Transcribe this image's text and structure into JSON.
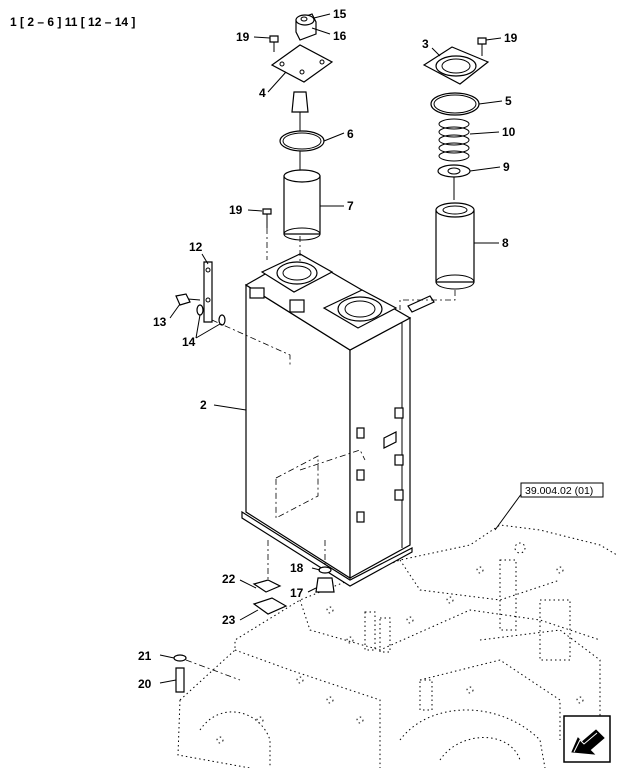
{
  "header": {
    "ref_text": "1 [ 2 – 6 ]   11 [ 12 – 14 ]"
  },
  "cross_reference": {
    "label": "39.004.02 (01)"
  },
  "callouts": {
    "c2": "2",
    "c3": "3",
    "c4": "4",
    "c5": "5",
    "c6": "6",
    "c7": "7",
    "c8": "8",
    "c9": "9",
    "c10": "10",
    "c12": "12",
    "c13": "13",
    "c14": "14",
    "c15": "15",
    "c16": "16",
    "c17": "17",
    "c18": "18",
    "c19a": "19",
    "c19b": "19",
    "c19c": "19",
    "c20": "20",
    "c21": "21",
    "c22": "22",
    "c23": "23"
  },
  "icons": {
    "nav": "arrow-corner-icon"
  }
}
